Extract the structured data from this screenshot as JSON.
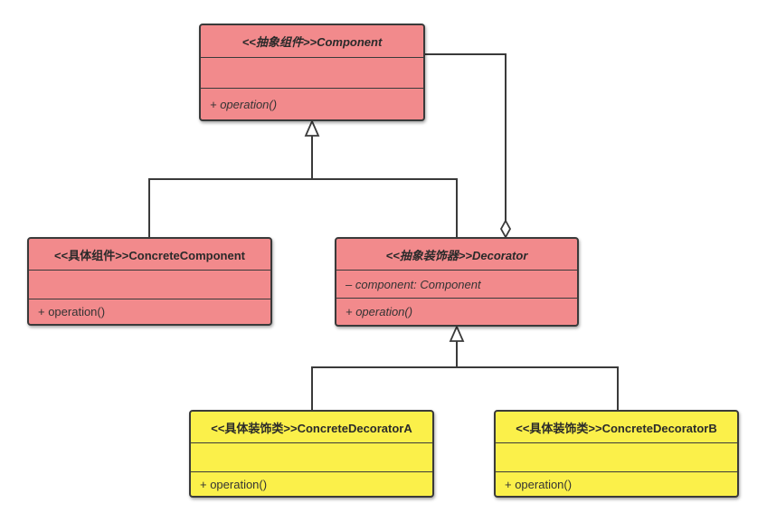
{
  "colors": {
    "abstract_fill": "#f28a8c",
    "concrete_decorator_fill": "#fbf04a",
    "line": "#3a3a3a"
  },
  "classes": {
    "component": {
      "name": "<<抽象组件>>Component",
      "attributes": "",
      "operations": "+ operation()"
    },
    "concrete_component": {
      "name": "<<具体组件>>ConcreteComponent",
      "attributes": "",
      "operations": "+ operation()"
    },
    "decorator": {
      "name": "<<抽象装饰器>>Decorator",
      "attributes": "– component: Component",
      "operations": "+ operation()"
    },
    "concrete_decorator_a": {
      "name": "<<具体装饰类>>ConcreteDecoratorA",
      "attributes": "",
      "operations": "+ operation()"
    },
    "concrete_decorator_b": {
      "name": "<<具体装饰类>>ConcreteDecoratorB",
      "attributes": "",
      "operations": "+ operation()"
    }
  },
  "relations": [
    {
      "type": "generalization",
      "from": "concrete_component",
      "to": "component"
    },
    {
      "type": "generalization",
      "from": "decorator",
      "to": "component"
    },
    {
      "type": "aggregation",
      "from": "decorator",
      "to": "component"
    },
    {
      "type": "generalization",
      "from": "concrete_decorator_a",
      "to": "decorator"
    },
    {
      "type": "generalization",
      "from": "concrete_decorator_b",
      "to": "decorator"
    }
  ]
}
